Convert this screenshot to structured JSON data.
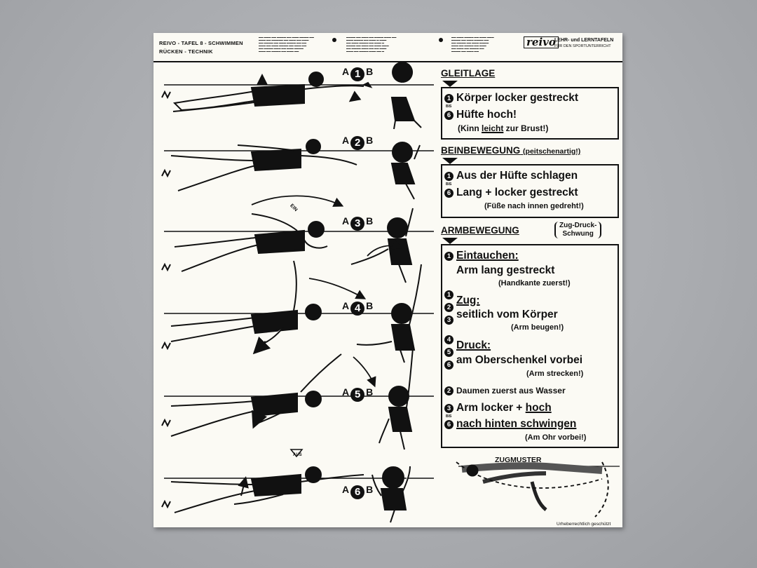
{
  "header": {
    "title": "REIVO - TAFEL 8 - SCHWIMMEN",
    "subtitle": "RÜCKEN - TECHNIK",
    "brand": "reivo",
    "brand_line1": "LEHR- und LERNTAFELN",
    "brand_line2": "FÜR DEN SPORTUNTERRICHT"
  },
  "steps": [
    {
      "a": "A",
      "n": "1",
      "b": "B"
    },
    {
      "a": "A",
      "n": "2",
      "b": "B"
    },
    {
      "a": "A",
      "n": "3",
      "b": "B"
    },
    {
      "a": "A",
      "n": "4",
      "b": "B"
    },
    {
      "a": "A",
      "n": "5",
      "b": "B"
    },
    {
      "a": "A",
      "n": "6",
      "b": "B"
    }
  ],
  "gleitlage": {
    "heading": "GLEITLAGE",
    "n1": "1",
    "line1": "Körper locker gestreckt",
    "bis": "BIS",
    "n6": "6",
    "line2": "Hüfte hoch!",
    "note_pre": "(Kinn ",
    "note_u": "leicht",
    "note_post": " zur Brust!)"
  },
  "beinbewegung": {
    "heading": "BEINBEWEGUNG",
    "heading_note": "(peitschenartig!)",
    "n1": "1",
    "line1": "Aus der Hüfte schlagen",
    "bis": "BIS",
    "n6": "6",
    "line2": "Lang + locker gestreckt",
    "note": "(Füße nach innen gedreht!)"
  },
  "armbewegung": {
    "heading": "ARMBEWEGUNG",
    "heading_note1": "Zug-Druck-",
    "heading_note2": "Schwung",
    "eintauchen_n": "1",
    "eintauchen": "Eintauchen:",
    "eintauchen_text": "Arm lang gestreckt",
    "eintauchen_note": "(Handkante zuerst!)",
    "zug_n": [
      "1",
      "2",
      "3"
    ],
    "zug": "Zug:",
    "zug_text": "seitlich vom Körper",
    "zug_note": "(Arm beugen!)",
    "druck_n": [
      "4",
      "5",
      "6"
    ],
    "druck": "Druck:",
    "druck_text": "am Oberschenkel vorbei",
    "druck_note": "(Arm strecken!)",
    "daumen_n": "2",
    "daumen": "Daumen zuerst aus Wasser",
    "schwung_n1": "3",
    "schwung_line1_pre": "Arm locker + ",
    "schwung_line1_u": "hoch",
    "bis": "BIS",
    "schwung_n6": "6",
    "schwung_line2": "nach hinten schwingen",
    "schwung_note": "(Am Ohr vorbei!)"
  },
  "zugmuster": {
    "title": "ZUGMUSTER"
  },
  "figure_marks": {
    "ein": "EIN",
    "aus": "AUS"
  },
  "footer": {
    "copyright": "Urheberrechtlich geschützt"
  },
  "colors": {
    "ink": "#111111",
    "paper": "#fbfaf4",
    "wall": "#aeb0b4"
  }
}
